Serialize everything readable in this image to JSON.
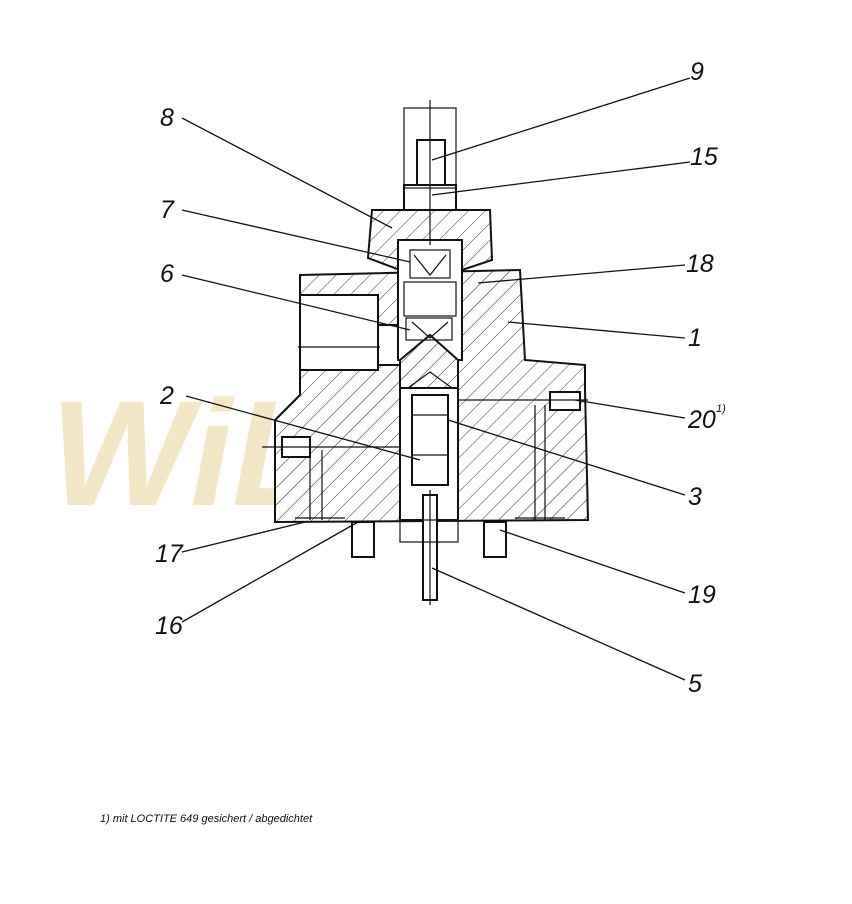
{
  "watermark": "WiLA",
  "callouts": [
    {
      "id": "c9",
      "label": "9"
    },
    {
      "id": "c15",
      "label": "15"
    },
    {
      "id": "c8",
      "label": "8"
    },
    {
      "id": "c7",
      "label": "7"
    },
    {
      "id": "c18",
      "label": "18"
    },
    {
      "id": "c6",
      "label": "6"
    },
    {
      "id": "c1",
      "label": "1"
    },
    {
      "id": "c2",
      "label": "2"
    },
    {
      "id": "c20",
      "label": "20",
      "superscript": "1)"
    },
    {
      "id": "c3",
      "label": "3"
    },
    {
      "id": "c17",
      "label": "17"
    },
    {
      "id": "c19",
      "label": "19"
    },
    {
      "id": "c16",
      "label": "16"
    },
    {
      "id": "c5",
      "label": "5"
    }
  ],
  "footnote": "1) mit LOCTITE  649  gesichert / abgedichtet"
}
